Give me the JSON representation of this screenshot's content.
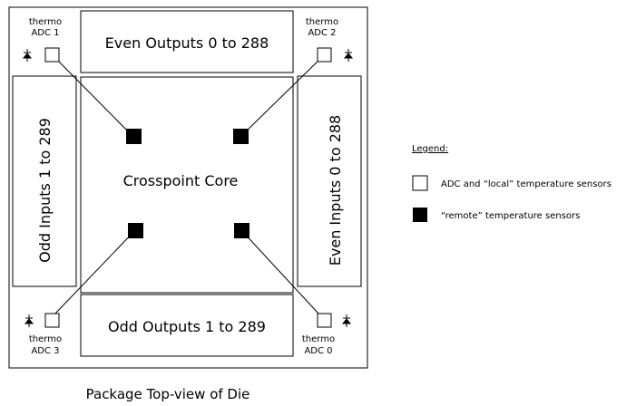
{
  "colors": {
    "stroke": "#000000",
    "remote_fill": "#000000",
    "local_fill": "#ffffff",
    "background": "#ffffff"
  },
  "diagram": {
    "caption": "Package Top-view of Die",
    "core_label": "Crosspoint Core",
    "blocks": {
      "top": "Even Outputs 0 to 288",
      "bottom": "Odd Outputs 1 to 289",
      "left": "Odd Inputs 1 to 289",
      "right": "Even Inputs 0 to 288"
    },
    "corner_sensors": {
      "top_left": {
        "line1": "thermo",
        "line2": "ADC 1"
      },
      "top_right": {
        "line1": "thermo",
        "line2": "ADC 2"
      },
      "bottom_left": {
        "line1": "thermo",
        "line2": "ADC 3"
      },
      "bottom_right": {
        "line1": "thermo",
        "line2": "ADC 0"
      }
    },
    "diode_icon": "diode-icon"
  },
  "legend": {
    "title": "Legend:",
    "local_label": "ADC and “local” temperature sensors",
    "remote_label": "“remote” temperature sensors"
  }
}
